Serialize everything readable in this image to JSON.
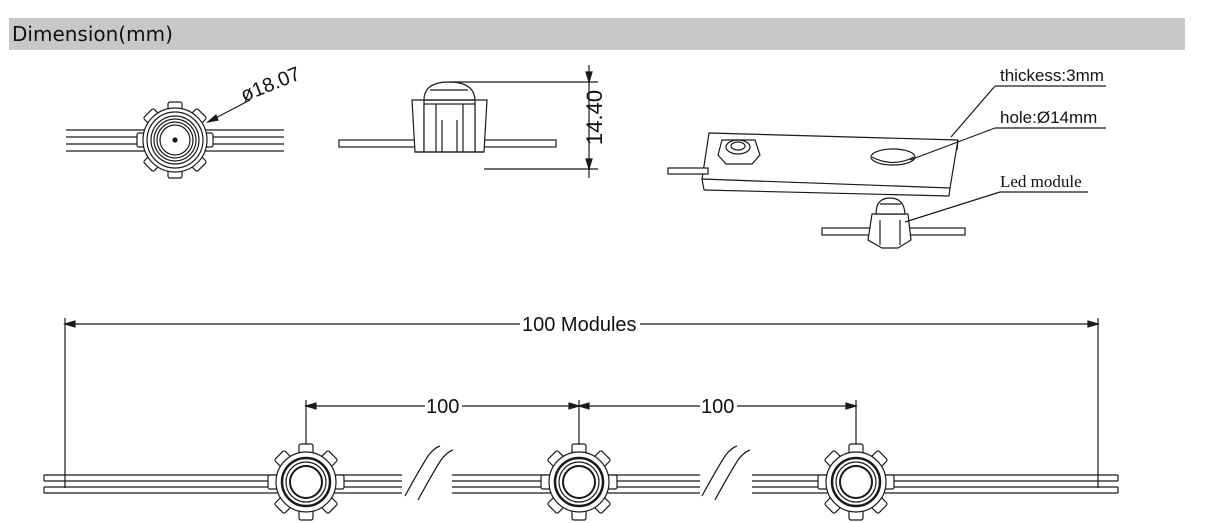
{
  "header": {
    "title": "Dimension(mm)"
  },
  "top_view": {
    "diameter_label": "ø18.07"
  },
  "side_view": {
    "height_label": "14.40"
  },
  "assembly": {
    "thickness_label": "thickess:3mm",
    "hole_label": "hole:Ø14mm",
    "module_label": "Led module"
  },
  "string_view": {
    "total_label": "100 Modules",
    "spacing_label_1": "100",
    "spacing_label_2": "100"
  },
  "colors": {
    "header_bg": "#c8c8c8",
    "line": "#1a1a1a"
  }
}
